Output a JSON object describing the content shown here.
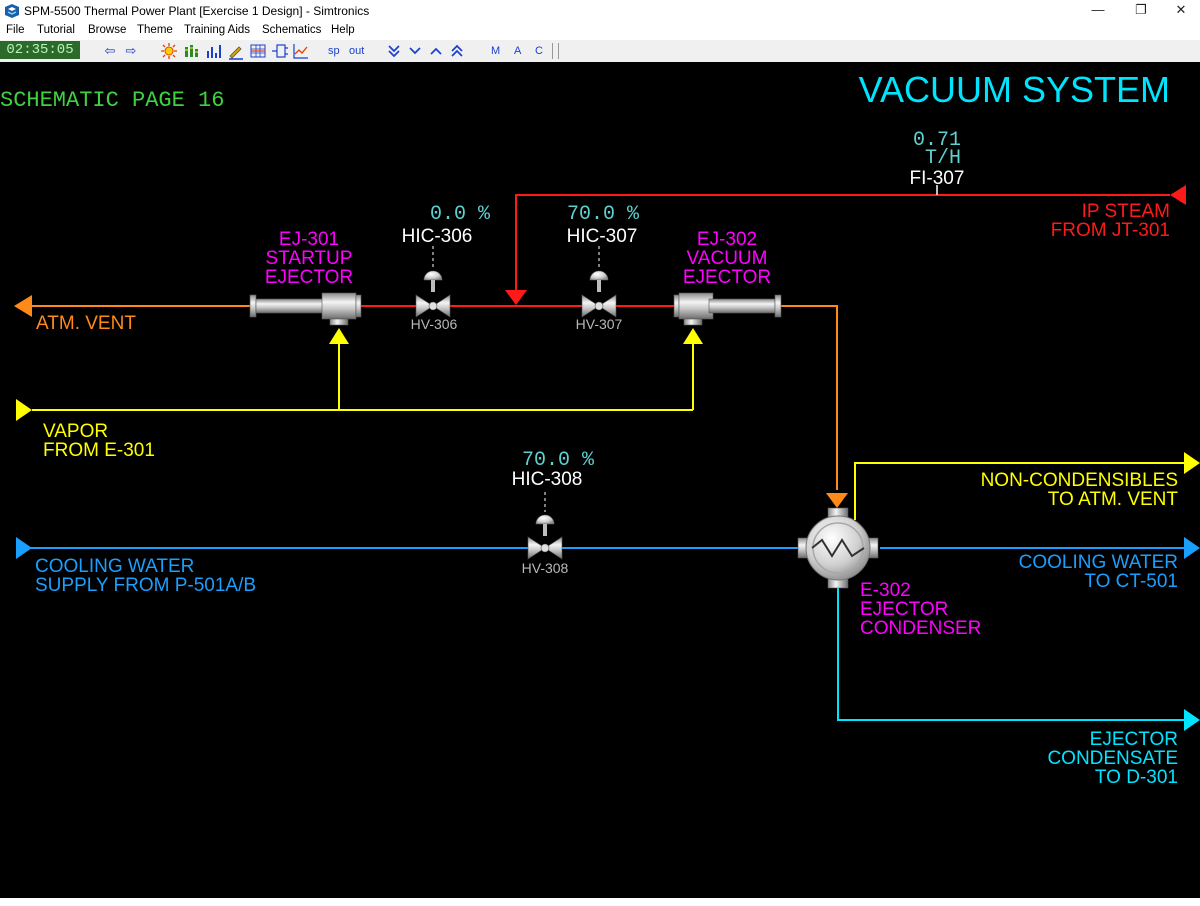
{
  "window": {
    "title": "SPM-5500 Thermal Power Plant [Exercise 1 Design] - Simtronics",
    "minimize_glyph": "—",
    "restore_glyph": "❐",
    "close_glyph": "✕"
  },
  "menu": {
    "items": [
      "File",
      "Tutorial",
      "Browse",
      "Theme",
      "Training Aids",
      "Schematics",
      "Help"
    ]
  },
  "toolbar": {
    "clock": "02:35:05",
    "back_glyph": "⇦",
    "forward_glyph": "⇨",
    "sp_label": "sp",
    "out_label": "out",
    "mode_m": "M",
    "mode_a": "A",
    "mode_c": "C"
  },
  "schematic": {
    "page_label": "SCHEMATIC PAGE 16",
    "title": "VACUUM SYSTEM",
    "colors": {
      "steam": "#ff1a1a",
      "vent": "#ff8a1a",
      "vapor": "#ffff00",
      "cooling_water": "#1a9fff",
      "condensate": "#00e5ff",
      "equipment_label": "#ff00ff",
      "readout": "#5fd0d0",
      "page_label": "#3fd23f",
      "title": "#00e5ff"
    },
    "fi307": {
      "value": "0.71",
      "unit": "T/H",
      "tag": "FI-307"
    },
    "hic306": {
      "value": "0.0 %",
      "tag": "HIC-306",
      "valve": "HV-306"
    },
    "hic307": {
      "value": "70.0 %",
      "tag": "HIC-307",
      "valve": "HV-307"
    },
    "hic308": {
      "value": "70.0 %",
      "tag": "HIC-308",
      "valve": "HV-308"
    },
    "ej301": {
      "line1": "EJ-301",
      "line2": "STARTUP",
      "line3": "EJECTOR"
    },
    "ej302": {
      "line1": "EJ-302",
      "line2": "VACUUM",
      "line3": "EJECTOR"
    },
    "e302": {
      "line1": "E-302",
      "line2": "EJECTOR",
      "line3": "CONDENSER"
    },
    "streams": {
      "atm_vent": "ATM. VENT",
      "ip_steam_1": "IP STEAM",
      "ip_steam_2": "FROM JT-301",
      "vapor_1": "VAPOR",
      "vapor_2": "FROM E-301",
      "noncond_1": "NON-CONDENSIBLES",
      "noncond_2": "TO ATM. VENT",
      "cw_supply_1": "COOLING WATER",
      "cw_supply_2": "SUPPLY FROM P-501A/B",
      "cw_return_1": "COOLING WATER",
      "cw_return_2": "TO CT-501",
      "condensate_1": "EJECTOR",
      "condensate_2": "CONDENSATE",
      "condensate_3": "TO D-301"
    }
  }
}
